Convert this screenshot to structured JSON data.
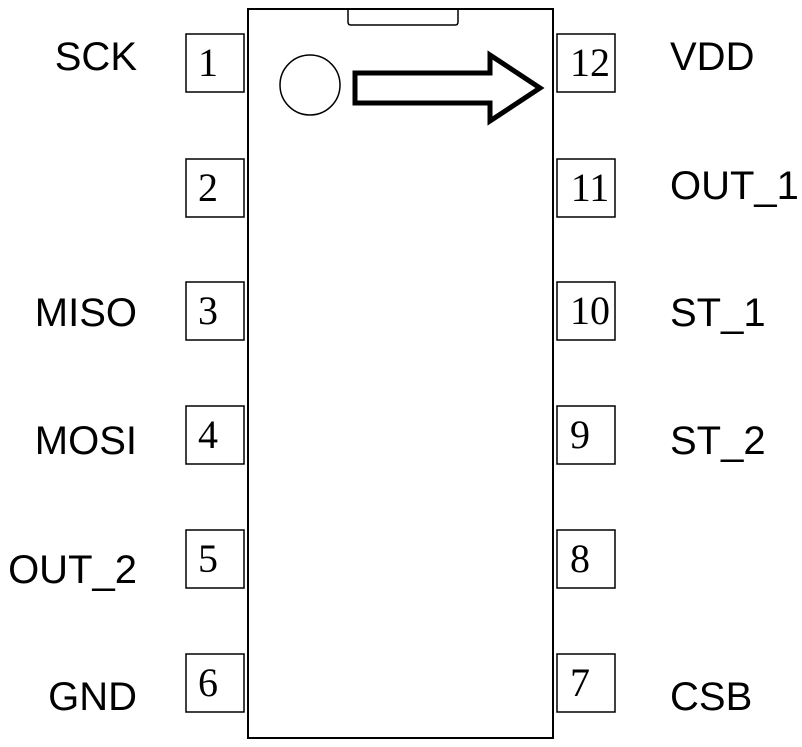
{
  "pins_left": [
    {
      "number": "1",
      "label": "SCK"
    },
    {
      "number": "2",
      "label": ""
    },
    {
      "number": "3",
      "label": "MISO"
    },
    {
      "number": "4",
      "label": "MOSI"
    },
    {
      "number": "5",
      "label": "OUT_2"
    },
    {
      "number": "6",
      "label": "GND"
    }
  ],
  "pins_right": [
    {
      "number": "12",
      "label": "VDD"
    },
    {
      "number": "11",
      "label": "OUT_1"
    },
    {
      "number": "10",
      "label": "ST_1"
    },
    {
      "number": "9",
      "label": "ST_2"
    },
    {
      "number": "8",
      "label": ""
    },
    {
      "number": "7",
      "label": "CSB"
    }
  ],
  "icons": {
    "pin1_marker": "circle-dot",
    "orientation": "outline-arrow-right"
  },
  "colors": {
    "stroke": "#000000",
    "background": "#ffffff"
  }
}
